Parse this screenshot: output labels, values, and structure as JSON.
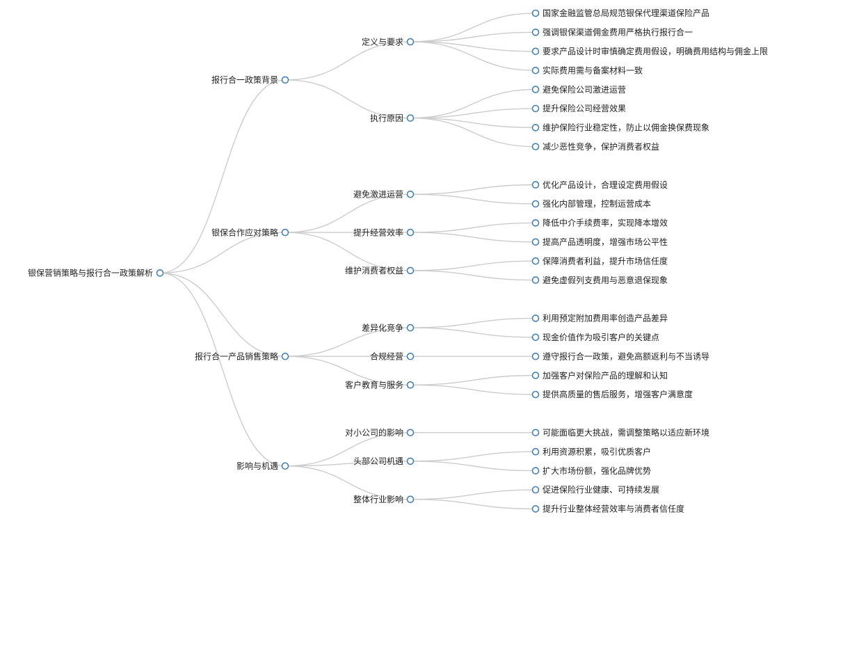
{
  "tree": {
    "label": "银保营销策略与报行合一政策解析",
    "children": [
      {
        "label": "报行合一政策背景",
        "children": [
          {
            "label": "定义与要求",
            "children": [
              {
                "label": "国家金融监管总局规范银保代理渠道保险产品"
              },
              {
                "label": "强调银保渠道佣金费用严格执行报行合一"
              },
              {
                "label": "要求产品设计时审慎确定费用假设，明确费用结构与佣金上限"
              },
              {
                "label": "实际费用需与备案材料一致"
              }
            ]
          },
          {
            "label": "执行原因",
            "children": [
              {
                "label": "避免保险公司激进运营"
              },
              {
                "label": "提升保险公司经营效果"
              },
              {
                "label": "维护保险行业稳定性，防止以佣金换保费现象"
              },
              {
                "label": "减少恶性竞争，保护消费者权益"
              }
            ]
          }
        ]
      },
      {
        "label": "银保合作应对策略",
        "children": [
          {
            "label": "避免激进运营",
            "children": [
              {
                "label": "优化产品设计，合理设定费用假设"
              },
              {
                "label": "强化内部管理，控制运营成本"
              }
            ]
          },
          {
            "label": "提升经营效率",
            "children": [
              {
                "label": "降低中介手续费率，实现降本增效"
              },
              {
                "label": "提高产品透明度，增强市场公平性"
              }
            ]
          },
          {
            "label": "维护消费者权益",
            "children": [
              {
                "label": "保障消费者利益，提升市场信任度"
              },
              {
                "label": "避免虚假列支费用与恶意退保现象"
              }
            ]
          }
        ]
      },
      {
        "label": "报行合一产品销售策略",
        "children": [
          {
            "label": "差异化竞争",
            "children": [
              {
                "label": "利用预定附加费用率创造产品差异"
              },
              {
                "label": "现金价值作为吸引客户的关键点"
              }
            ]
          },
          {
            "label": "合规经营",
            "children": [
              {
                "label": "遵守报行合一政策，避免高额返利与不当诱导"
              }
            ]
          },
          {
            "label": "客户教育与服务",
            "children": [
              {
                "label": "加强客户对保险产品的理解和认知"
              },
              {
                "label": "提供高质量的售后服务，增强客户满意度"
              }
            ]
          }
        ]
      },
      {
        "label": "影响与机遇",
        "children": [
          {
            "label": "对小公司的影响",
            "children": [
              {
                "label": "可能面临更大挑战，需调整策略以适应新环境"
              }
            ]
          },
          {
            "label": "头部公司机遇",
            "children": [
              {
                "label": "利用资源积累，吸引优质客户"
              },
              {
                "label": "扩大市场份额，强化品牌优势"
              }
            ]
          },
          {
            "label": "整体行业影响",
            "children": [
              {
                "label": "促进保险行业健康、可持续发展"
              },
              {
                "label": "提升行业整体经营效率与消费者信任度"
              }
            ]
          }
        ]
      }
    ]
  }
}
